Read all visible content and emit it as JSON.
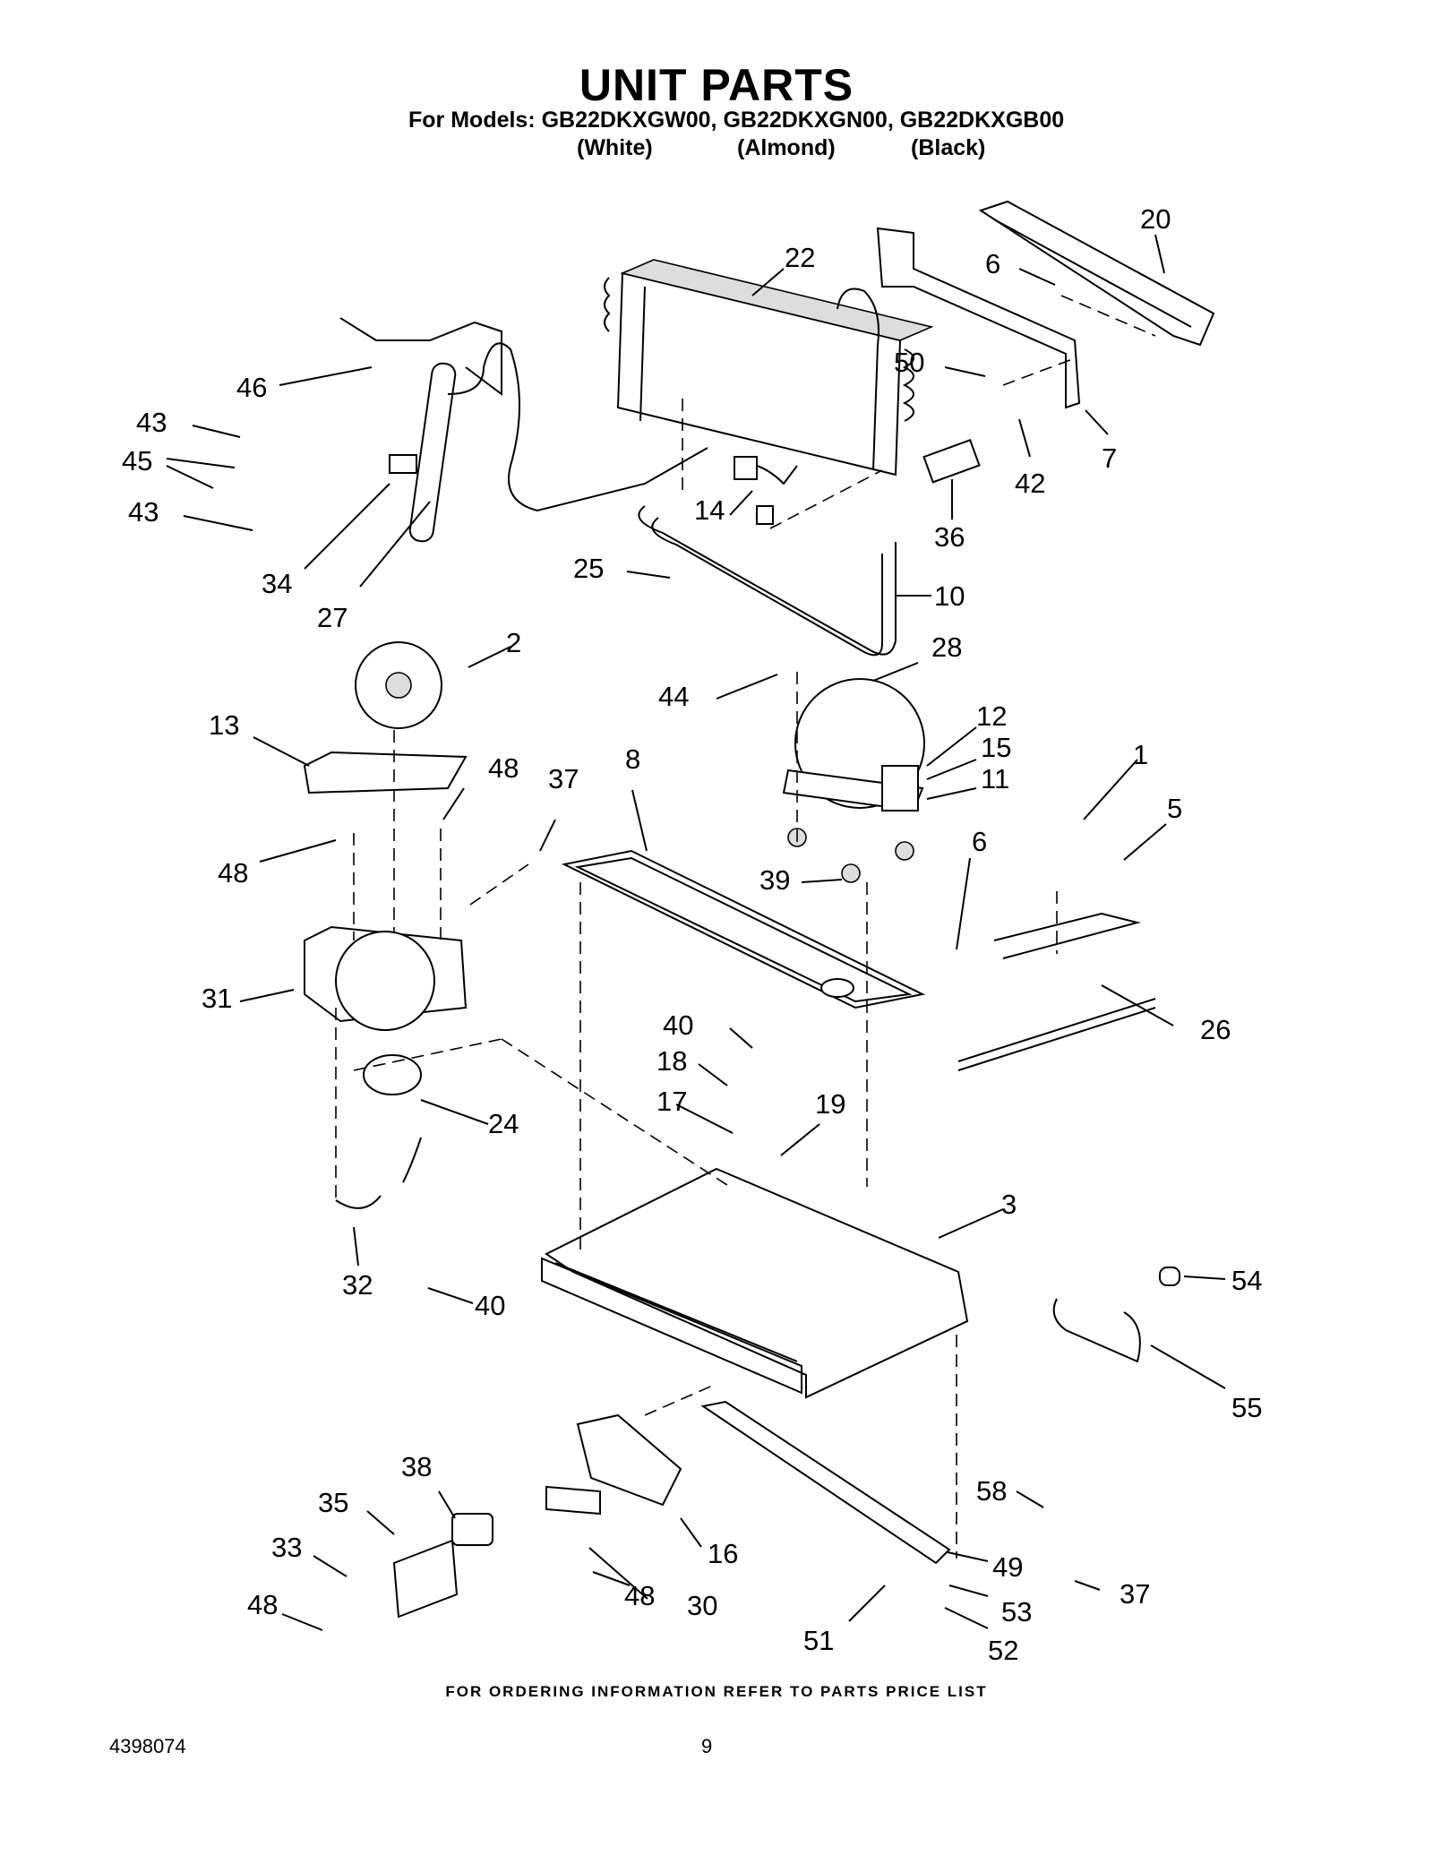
{
  "header": {
    "title": "UNIT PARTS",
    "models_line": "For Models: GB22DKXGW00, GB22DKXGN00, GB22DKXGB00",
    "colors": [
      "(White)",
      "(Almond)",
      "(Black)"
    ]
  },
  "footer": {
    "ordering_note": "FOR ORDERING INFORMATION REFER TO PARTS PRICE LIST",
    "doc_number": "4398074",
    "page_number": "9"
  },
  "callouts": [
    "20",
    "22",
    "6",
    "50",
    "46",
    "43",
    "45",
    "43",
    "7",
    "42",
    "14",
    "36",
    "34",
    "27",
    "25",
    "10",
    "2",
    "28",
    "44",
    "12",
    "15",
    "11",
    "13",
    "48",
    "37",
    "8",
    "1",
    "5",
    "48",
    "6",
    "39",
    "31",
    "26",
    "40",
    "18",
    "17",
    "19",
    "24",
    "3",
    "32",
    "40",
    "54",
    "55",
    "38",
    "58",
    "35",
    "16",
    "33",
    "49",
    "48",
    "37",
    "48",
    "30",
    "53",
    "51",
    "52"
  ]
}
